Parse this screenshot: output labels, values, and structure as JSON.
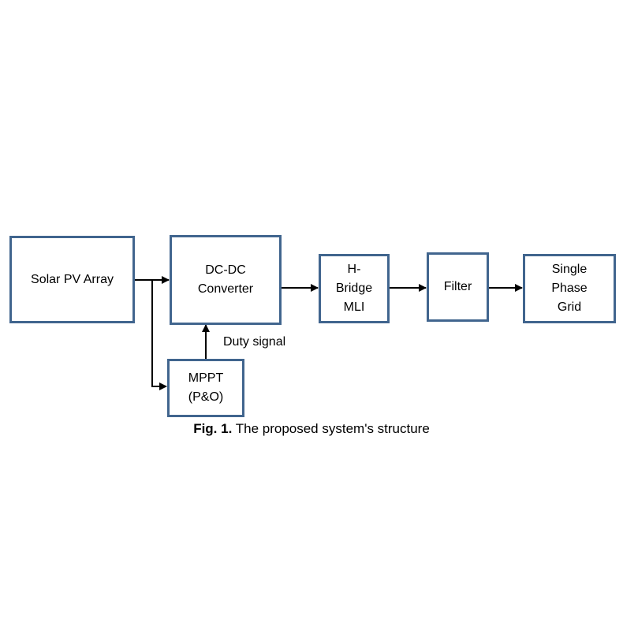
{
  "colors": {
    "box_border": "#41658e",
    "arrow": "#000000"
  },
  "blocks": {
    "solar": "Solar PV Array",
    "dcdc": "DC-DC\nConverter",
    "hbridge": "H-\nBridge\nMLI",
    "filter": "Filter",
    "grid": "Single\nPhase\nGrid",
    "mppt": "MPPT\n(P&O)"
  },
  "annotations": {
    "duty_signal": "Duty signal"
  },
  "caption": {
    "prefix": "Fig. 1.",
    "text": "The proposed system's structure"
  }
}
